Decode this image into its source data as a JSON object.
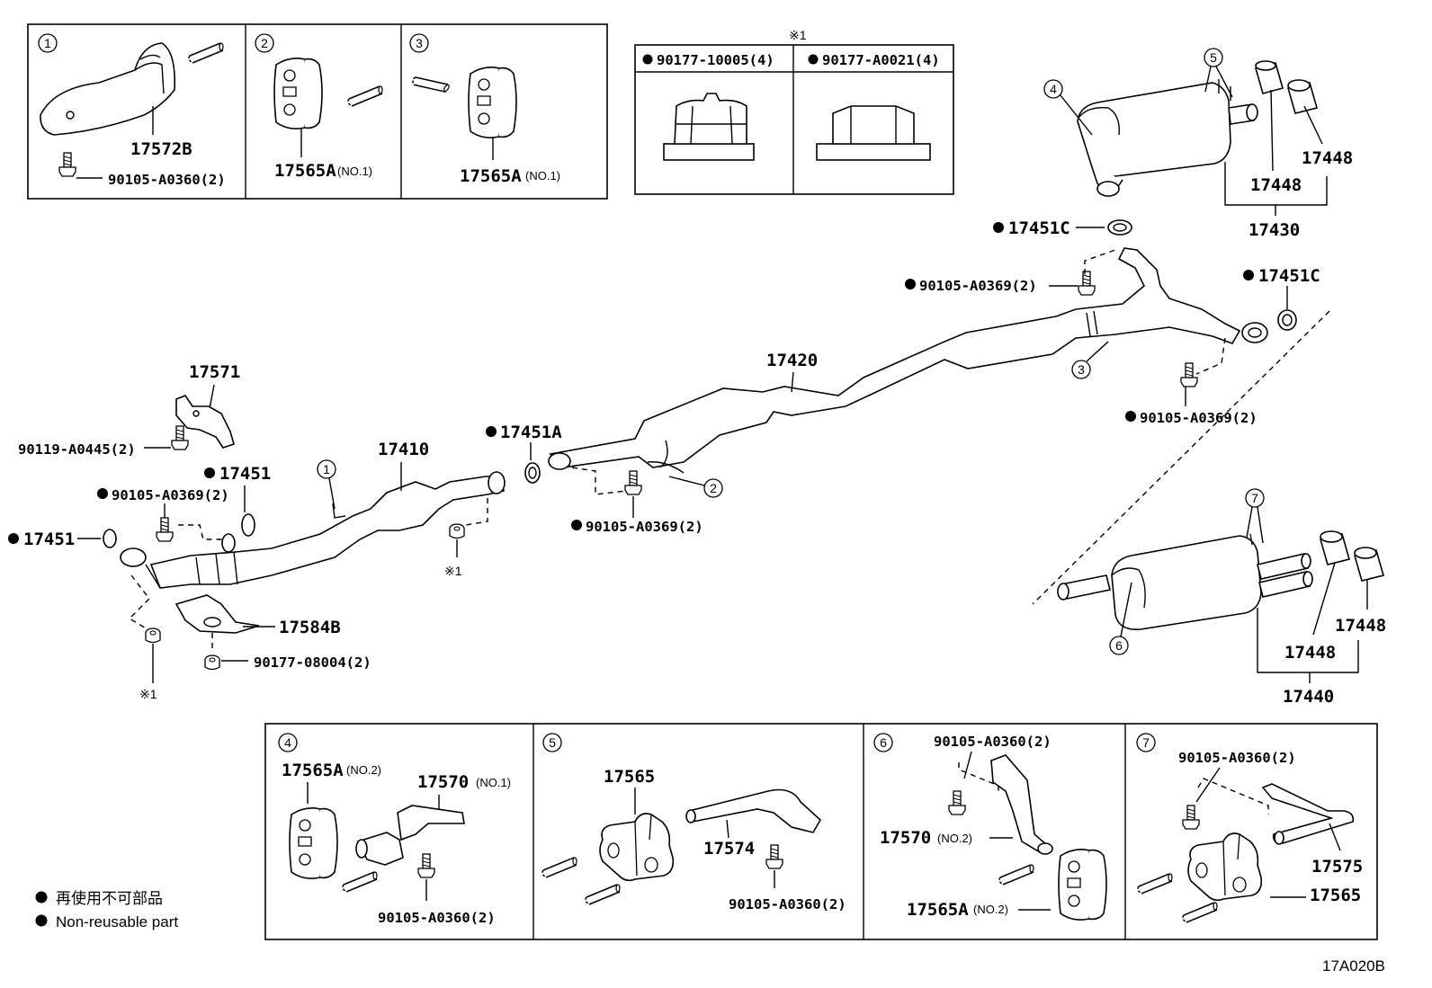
{
  "parts": {
    "p17572B": "17572B",
    "p90105_A0360_1": "90105-A0360(2)",
    "p17565A_a": "17565A",
    "p17565A_b": "17565A",
    "no1": "(NO.1)",
    "no1b": "(NO.1)",
    "nut1": "90177-10005(4)",
    "nut2": "90177-A0021(4)",
    "ref1": "※1",
    "ref1b": "※1",
    "ref1c": "※1",
    "p17448a": "17448",
    "p17448b": "17448",
    "p17430": "17430",
    "p17451C_a": "17451C",
    "p17451C_b": "17451C",
    "p90105_A0369_a": "90105-A0369(2)",
    "p90105_A0369_b": "90105-A0369(2)",
    "p90105_A0369_c": "90105-A0369(2)",
    "p90105_A0369_d": "90105-A0369(2)",
    "p17420": "17420",
    "p17571": "17571",
    "p90119": "90119-A0445(2)",
    "p17451_a": "17451",
    "p17451_b": "17451",
    "p17410": "17410",
    "p17451A": "17451A",
    "p17584B": "17584B",
    "p90177_08004": "90177-08004(2)",
    "p17448c": "17448",
    "p17448d": "17448",
    "p17440": "17440",
    "p17565A_c": "17565A",
    "no2a": "(NO.2)",
    "p17570a": "17570",
    "no1c": "(NO.1)",
    "p90105_A0360_2": "90105-A0360(2)",
    "p17565": "17565",
    "p17574": "17574",
    "p90105_A0360_3": "90105-A0360(2)",
    "p90105_A0360_4": "90105-A0360(2)",
    "p17570b": "17570",
    "no2b": "(NO.2)",
    "p17565A_d": "17565A",
    "no2c": "(NO.2)",
    "p90105_A0360_5": "90105-A0360(2)",
    "p17575": "17575",
    "p17565b": "17565"
  },
  "callouts": [
    "1",
    "2",
    "3",
    "4",
    "5",
    "6",
    "7"
  ],
  "legend": {
    "jp": "再使用不可部品",
    "en": "Non-reusable part"
  },
  "figure_code": "17A020B"
}
